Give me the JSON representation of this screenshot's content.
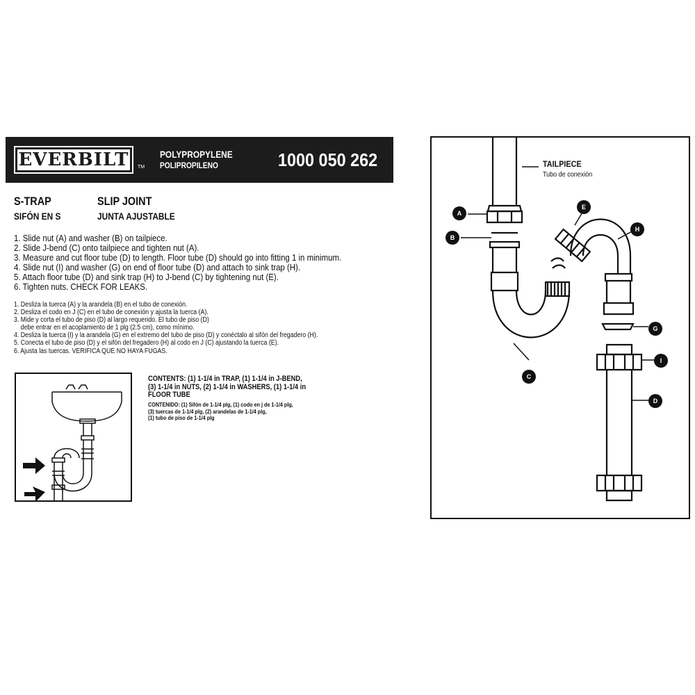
{
  "header": {
    "brand": "EVERBILT",
    "trademark": "TM",
    "material_en": "POLYPROPYLENE",
    "material_es": "POLIPROPILENO",
    "model_number": "1000 050 262"
  },
  "title": {
    "type_en": "S-TRAP",
    "type_es": "SIFÓN EN S",
    "joint_en": "SLIP JOINT",
    "joint_es": "JUNTA AJUSTABLE"
  },
  "steps_en": [
    "1. Slide nut (A) and washer (B) on tailpiece.",
    "2. Slide J-bend (C) onto tailpiece and tighten nut (A).",
    "3. Measure and cut floor tube (D) to length. Floor tube (D) should go into fitting 1 in minimum.",
    "4. Slide nut (I) and washer (G) on end of floor tube (D) and attach to sink trap (H).",
    "5. Attach floor tube (D) and sink trap (H) to J-bend (C) by tightening nut (E).",
    "6. Tighten nuts. CHECK FOR LEAKS."
  ],
  "steps_es": [
    "1. Desliza la tuerca (A) y la arandela (B) en el tubo de conexión.",
    "2. Desliza el codo en J (C) en el tubo de conexión y ajusta la tuerca (A).",
    "3. Mide y corta el tubo de piso (D) al largo requerido. El tubo de piso (D)",
    "debe entrar en el acoplamiento de 1 plg (2.5 cm), como mínimo.",
    "4. Desliza la tuerca (I) y la arandela (G) en el extremo del tubo de piso (D) y conéctalo al sifón del fregadero (H).",
    "5. Conecta el tubo de piso (D) y el sifón del fregadero (H) al codo en J (C) ajustando la tuerca (E).",
    "6. Ajusta las tuercas. VERIFICA QUE NO HAYA FUGAS."
  ],
  "contents_en": [
    "CONTENTS: (1) 1-1/4 in TRAP, (1) 1-1/4 in J-BEND,",
    "(3) 1-1/4 in NUTS, (2) 1-1/4 in WASHERS, (1) 1-1/4 in",
    "FLOOR TUBE"
  ],
  "contents_es": [
    "CONTENIDO: (1) Sifón de 1-1/4 plg, (1) codo en j de 1-1/4 plg,",
    "(3) tuercas de 1-1/4 plg, (2) arandelas de 1-1/4 plg,",
    "(1) tubo de piso de 1-1/4 plg"
  ],
  "diagram": {
    "tailpiece_en": "TAILPIECE",
    "tailpiece_es": "Tubo de conexión",
    "labels": {
      "a": "A",
      "b": "B",
      "c": "C",
      "d": "D",
      "e": "E",
      "g": "G",
      "h": "H",
      "i": "I"
    }
  }
}
